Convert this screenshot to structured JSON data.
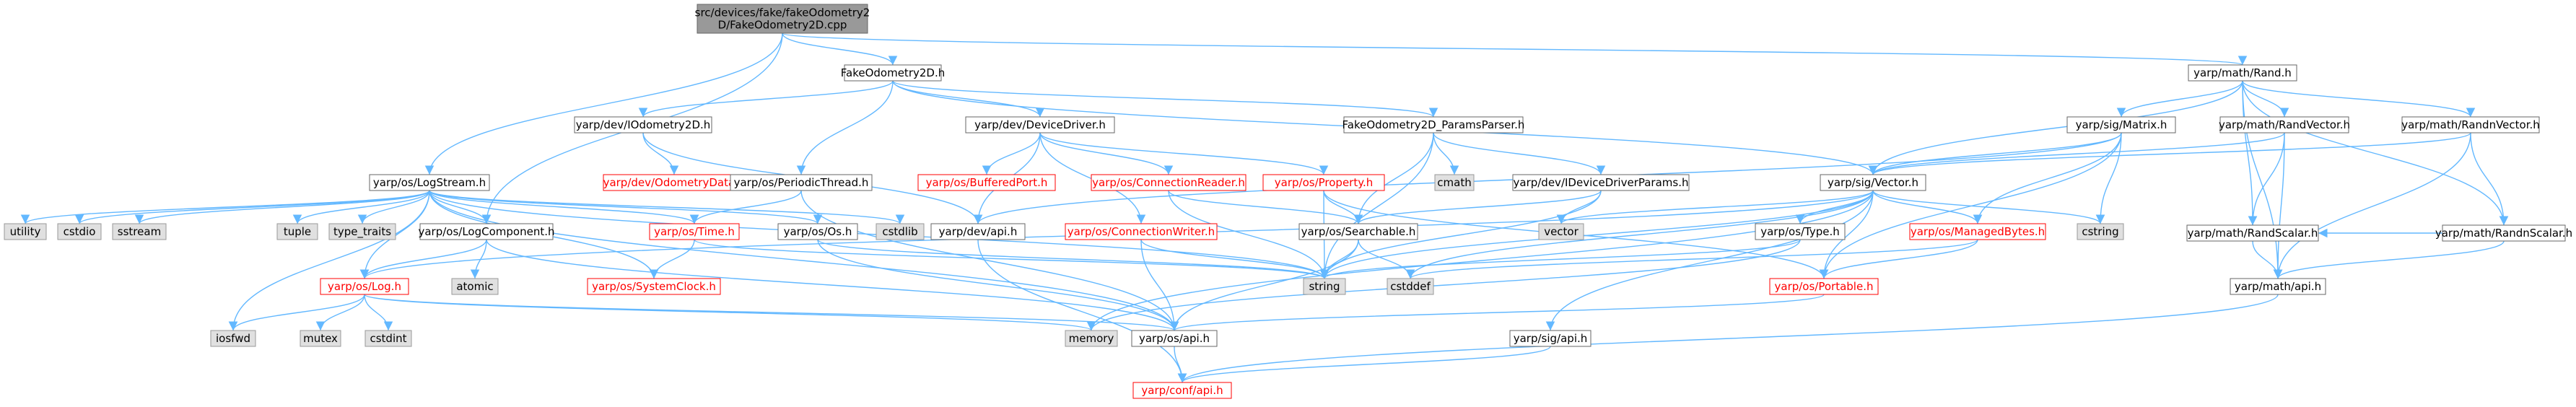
{
  "title": "src/devices/fake/fakeOdometry2D/FakeOdometry2D.cpp",
  "colors": {
    "root_fill": "#999999",
    "node_fill": "#ffffff",
    "system_fill": "#e0e0e0",
    "border": "#666666",
    "system_border": "#999999",
    "edge": "#63b8ff",
    "text": "#000000",
    "red_text": "#ff0000"
  },
  "nodes": {
    "root": {
      "label": [
        "src/devices/fake/fakeOdometry2",
        "D/FakeOdometry2D.cpp"
      ],
      "kind": "root"
    },
    "fake_odometry_h": {
      "label": [
        "FakeOdometry2D.h"
      ],
      "kind": "normal"
    },
    "math_rand": {
      "label": [
        "yarp/math/Rand.h"
      ],
      "kind": "normal"
    },
    "iodometry2d": {
      "label": [
        "yarp/dev/IOdometry2D.h"
      ],
      "kind": "normal"
    },
    "device_driver": {
      "label": [
        "yarp/dev/DeviceDriver.h"
      ],
      "kind": "normal"
    },
    "params_parser": {
      "label": [
        "FakeOdometry2D_ParamsParser.h"
      ],
      "kind": "normal"
    },
    "sig_matrix": {
      "label": [
        "yarp/sig/Matrix.h"
      ],
      "kind": "normal"
    },
    "rand_vector": {
      "label": [
        "yarp/math/RandVector.h"
      ],
      "kind": "normal"
    },
    "randn_vector": {
      "label": [
        "yarp/math/RandnVector.h"
      ],
      "kind": "normal"
    },
    "log_stream": {
      "label": [
        "yarp/os/LogStream.h"
      ],
      "kind": "normal"
    },
    "odometry_data": {
      "label": [
        "yarp/dev/OdometryData.h"
      ],
      "kind": "red"
    },
    "periodic_thread": {
      "label": [
        "yarp/os/PeriodicThread.h"
      ],
      "kind": "normal"
    },
    "buffered_port": {
      "label": [
        "yarp/os/BufferedPort.h"
      ],
      "kind": "red"
    },
    "connection_reader": {
      "label": [
        "yarp/os/ConnectionReader.h"
      ],
      "kind": "red"
    },
    "property": {
      "label": [
        "yarp/os/Property.h"
      ],
      "kind": "red"
    },
    "cmath": {
      "label": [
        "cmath"
      ],
      "kind": "system"
    },
    "idevice_driver_params": {
      "label": [
        "yarp/dev/IDeviceDriverParams.h"
      ],
      "kind": "normal"
    },
    "sig_vector": {
      "label": [
        "yarp/sig/Vector.h"
      ],
      "kind": "normal"
    },
    "randn_scalar": {
      "label": [
        "yarp/math/RandnScalar.h"
      ],
      "kind": "normal"
    },
    "utility": {
      "label": [
        "utility"
      ],
      "kind": "system"
    },
    "cstdio": {
      "label": [
        "cstdio"
      ],
      "kind": "system"
    },
    "sstream": {
      "label": [
        "sstream"
      ],
      "kind": "system"
    },
    "tuple": {
      "label": [
        "tuple"
      ],
      "kind": "system"
    },
    "type_traits": {
      "label": [
        "type_traits"
      ],
      "kind": "system"
    },
    "log_component": {
      "label": [
        "yarp/os/LogComponent.h"
      ],
      "kind": "normal"
    },
    "os_time": {
      "label": [
        "yarp/os/Time.h"
      ],
      "kind": "red"
    },
    "os_os": {
      "label": [
        "yarp/os/Os.h"
      ],
      "kind": "normal"
    },
    "cstdlib": {
      "label": [
        "cstdlib"
      ],
      "kind": "system"
    },
    "dev_api": {
      "label": [
        "yarp/dev/api.h"
      ],
      "kind": "normal"
    },
    "connection_writer": {
      "label": [
        "yarp/os/ConnectionWriter.h"
      ],
      "kind": "red"
    },
    "searchable": {
      "label": [
        "yarp/os/Searchable.h"
      ],
      "kind": "normal"
    },
    "vector_std": {
      "label": [
        "vector"
      ],
      "kind": "system"
    },
    "os_type": {
      "label": [
        "yarp/os/Type.h"
      ],
      "kind": "normal"
    },
    "managed_bytes": {
      "label": [
        "yarp/os/ManagedBytes.h"
      ],
      "kind": "red"
    },
    "cstring": {
      "label": [
        "cstring"
      ],
      "kind": "system"
    },
    "rand_scalar": {
      "label": [
        "yarp/math/RandScalar.h"
      ],
      "kind": "normal"
    },
    "math_api": {
      "label": [
        "yarp/math/api.h"
      ],
      "kind": "normal"
    },
    "os_log": {
      "label": [
        "yarp/os/Log.h"
      ],
      "kind": "red"
    },
    "atomic": {
      "label": [
        "atomic"
      ],
      "kind": "system"
    },
    "system_clock": {
      "label": [
        "yarp/os/SystemClock.h"
      ],
      "kind": "red"
    },
    "string": {
      "label": [
        "string"
      ],
      "kind": "system"
    },
    "cstddef": {
      "label": [
        "cstddef"
      ],
      "kind": "system"
    },
    "portable": {
      "label": [
        "yarp/os/Portable.h"
      ],
      "kind": "red"
    },
    "iosfwd": {
      "label": [
        "iosfwd"
      ],
      "kind": "system"
    },
    "mutex": {
      "label": [
        "mutex"
      ],
      "kind": "system"
    },
    "cstdint": {
      "label": [
        "cstdint"
      ],
      "kind": "system"
    },
    "memory": {
      "label": [
        "memory"
      ],
      "kind": "system"
    },
    "os_api": {
      "label": [
        "yarp/os/api.h"
      ],
      "kind": "normal"
    },
    "sig_api": {
      "label": [
        "yarp/sig/api.h"
      ],
      "kind": "normal"
    },
    "conf_api": {
      "label": [
        "yarp/conf/api.h"
      ],
      "kind": "red"
    }
  },
  "edges": [
    [
      "root",
      "fake_odometry_h"
    ],
    [
      "root",
      "math_rand"
    ],
    [
      "root",
      "log_stream"
    ],
    [
      "root",
      "log_component"
    ],
    [
      "fake_odometry_h",
      "iodometry2d"
    ],
    [
      "fake_odometry_h",
      "device_driver"
    ],
    [
      "fake_odometry_h",
      "params_parser"
    ],
    [
      "fake_odometry_h",
      "periodic_thread"
    ],
    [
      "fake_odometry_h",
      "sig_vector"
    ],
    [
      "math_rand",
      "sig_vector"
    ],
    [
      "math_rand",
      "sig_matrix"
    ],
    [
      "math_rand",
      "rand_vector"
    ],
    [
      "math_rand",
      "randn_vector"
    ],
    [
      "math_rand",
      "rand_scalar"
    ],
    [
      "math_rand",
      "randn_scalar"
    ],
    [
      "math_rand",
      "math_api"
    ],
    [
      "iodometry2d",
      "odometry_data"
    ],
    [
      "iodometry2d",
      "dev_api"
    ],
    [
      "device_driver",
      "buffered_port"
    ],
    [
      "device_driver",
      "connection_reader"
    ],
    [
      "device_driver",
      "property"
    ],
    [
      "device_driver",
      "connection_writer"
    ],
    [
      "device_driver",
      "dev_api"
    ],
    [
      "params_parser",
      "cmath"
    ],
    [
      "params_parser",
      "idevice_driver_params"
    ],
    [
      "params_parser",
      "searchable"
    ],
    [
      "params_parser",
      "string"
    ],
    [
      "sig_matrix",
      "sig_vector"
    ],
    [
      "sig_matrix",
      "managed_bytes"
    ],
    [
      "sig_matrix",
      "cstring"
    ],
    [
      "sig_matrix",
      "portable"
    ],
    [
      "sig_matrix",
      "dev_api"
    ],
    [
      "rand_vector",
      "sig_vector"
    ],
    [
      "rand_vector",
      "rand_scalar"
    ],
    [
      "rand_vector",
      "math_api"
    ],
    [
      "randn_vector",
      "sig_vector"
    ],
    [
      "randn_vector",
      "randn_scalar"
    ],
    [
      "randn_vector",
      "math_api"
    ],
    [
      "randn_scalar",
      "rand_scalar"
    ],
    [
      "randn_scalar",
      "math_api"
    ],
    [
      "rand_scalar",
      "math_api"
    ],
    [
      "math_api",
      "conf_api"
    ],
    [
      "log_stream",
      "utility"
    ],
    [
      "log_stream",
      "cstdio"
    ],
    [
      "log_stream",
      "sstream"
    ],
    [
      "log_stream",
      "tuple"
    ],
    [
      "log_stream",
      "type_traits"
    ],
    [
      "log_stream",
      "log_component"
    ],
    [
      "log_stream",
      "os_time"
    ],
    [
      "log_stream",
      "os_os"
    ],
    [
      "log_stream",
      "cstdlib"
    ],
    [
      "log_stream",
      "os_log"
    ],
    [
      "log_stream",
      "iosfwd"
    ],
    [
      "log_stream",
      "os_api"
    ],
    [
      "log_stream",
      "string"
    ],
    [
      "log_stream",
      "system_clock"
    ],
    [
      "periodic_thread",
      "os_time"
    ],
    [
      "periodic_thread",
      "os_api"
    ],
    [
      "connection_reader",
      "searchable"
    ],
    [
      "connection_reader",
      "string"
    ],
    [
      "property",
      "searchable"
    ],
    [
      "property",
      "string"
    ],
    [
      "property",
      "portable"
    ],
    [
      "connection_writer",
      "string"
    ],
    [
      "connection_writer",
      "os_api"
    ],
    [
      "idevice_driver_params",
      "searchable"
    ],
    [
      "idevice_driver_params",
      "vector_std"
    ],
    [
      "idevice_driver_params",
      "string"
    ],
    [
      "sig_vector",
      "vector_std"
    ],
    [
      "sig_vector",
      "os_type"
    ],
    [
      "sig_vector",
      "managed_bytes"
    ],
    [
      "sig_vector",
      "cstring"
    ],
    [
      "sig_vector",
      "portable"
    ],
    [
      "sig_vector",
      "sig_api"
    ],
    [
      "sig_vector",
      "string"
    ],
    [
      "sig_vector",
      "cstddef"
    ],
    [
      "sig_vector",
      "memory"
    ],
    [
      "sig_vector",
      "os_log"
    ],
    [
      "log_component",
      "atomic"
    ],
    [
      "log_component",
      "os_log"
    ],
    [
      "log_component",
      "os_api"
    ],
    [
      "os_time",
      "system_clock"
    ],
    [
      "os_time",
      "string"
    ],
    [
      "os_os",
      "string"
    ],
    [
      "os_os",
      "os_api"
    ],
    [
      "dev_api",
      "conf_api"
    ],
    [
      "searchable",
      "string"
    ],
    [
      "searchable",
      "cstddef"
    ],
    [
      "searchable",
      "os_api"
    ],
    [
      "os_type",
      "string"
    ],
    [
      "os_type",
      "memory"
    ],
    [
      "managed_bytes",
      "portable"
    ],
    [
      "managed_bytes",
      "cstddef"
    ],
    [
      "os_log",
      "iosfwd"
    ],
    [
      "os_log",
      "mutex"
    ],
    [
      "os_log",
      "cstdint"
    ],
    [
      "os_log",
      "memory"
    ],
    [
      "os_log",
      "os_api"
    ],
    [
      "portable",
      "os_api"
    ],
    [
      "os_api",
      "conf_api"
    ],
    [
      "sig_api",
      "conf_api"
    ]
  ]
}
